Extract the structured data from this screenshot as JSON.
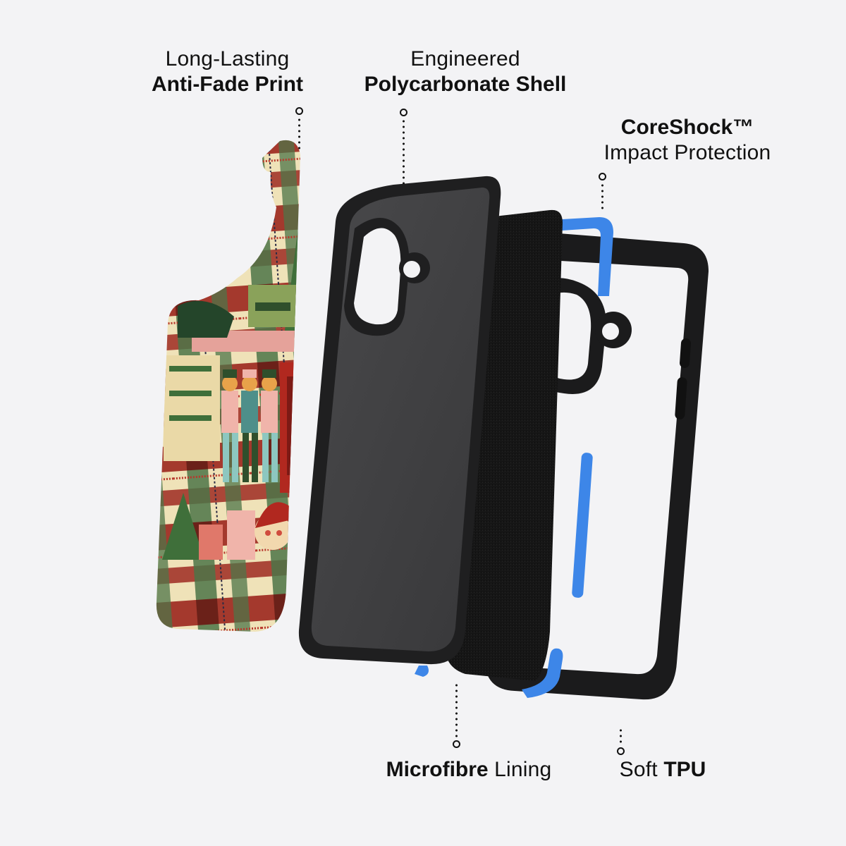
{
  "labels": {
    "print": {
      "light": "Long-Lasting",
      "bold": "Anti-Fade Print"
    },
    "shell": {
      "light": "Engineered",
      "bold": "Polycarbonate Shell"
    },
    "coreshock": {
      "bold": "CoreShock™",
      "light": "Impact Protection"
    },
    "lining": {
      "bold": "Microfibre",
      "light": " Lining"
    },
    "tpu": {
      "light": "Soft ",
      "bold": "TPU"
    }
  },
  "layers": [
    {
      "id": "print-plate",
      "description": "Christmas plaid illustrated back plate"
    },
    {
      "id": "polycarbonate-shell",
      "description": "Dark grey rigid shell with camera cutout"
    },
    {
      "id": "microfibre-lining",
      "description": "Black textured microfibre sheet"
    },
    {
      "id": "tpu-bumper",
      "description": "Black TPU frame with blue CoreShock inserts"
    }
  ],
  "colors": {
    "background": "#f3f3f5",
    "text": "#111111",
    "accent_blue": "#3d86e8",
    "shell_grey": "#3a3a3c",
    "lining_black": "#151515",
    "tpu_black": "#1b1b1c",
    "plaid_red": "#9e2a22",
    "plaid_green": "#4d7448",
    "plaid_cream": "#efe2b8"
  }
}
